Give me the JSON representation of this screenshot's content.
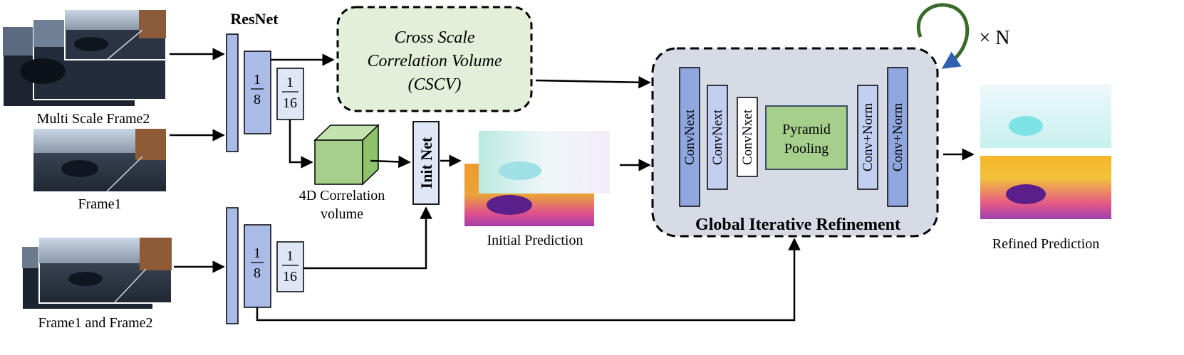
{
  "resnet": {
    "title": "ResNet"
  },
  "frames": {
    "multi_scale_label": "Multi Scale Frame2",
    "frame1_label": "Frame1",
    "both_label": "Frame1 and Frame2"
  },
  "scales": {
    "eighth_num": "1",
    "eighth_den": "8",
    "sixteenth_num": "1",
    "sixteenth_den": "16"
  },
  "cscv": {
    "line1": "Cross Scale",
    "line2": "Correlation Volume",
    "line3": "(CSCV)"
  },
  "correlation": {
    "line1": "4D Correlation",
    "line2": "volume"
  },
  "init_net": {
    "label": "Init Net"
  },
  "initial_prediction": {
    "label": "Initial Prediction"
  },
  "refinement": {
    "title": "Global Iterative Refinement",
    "block1": "ConvNext",
    "block2": "ConvNext",
    "block3": "ConvNxet",
    "pyramid_line1": "Pyramid",
    "pyramid_line2": "Pooling",
    "block5": "Conv+Norm",
    "block6": "Conv+Norm",
    "loop_label": "× N"
  },
  "refined_prediction": {
    "label": "Refined Prediction"
  },
  "colors": {
    "block_blue": "#a9bbe6",
    "block_blue_dark": "#8fa6de",
    "cscv_green": "#e3efd9",
    "pyramid_green": "#a6cf8c",
    "refine_bg": "#d7dbe6",
    "loop_green": "#3a6b2a"
  }
}
